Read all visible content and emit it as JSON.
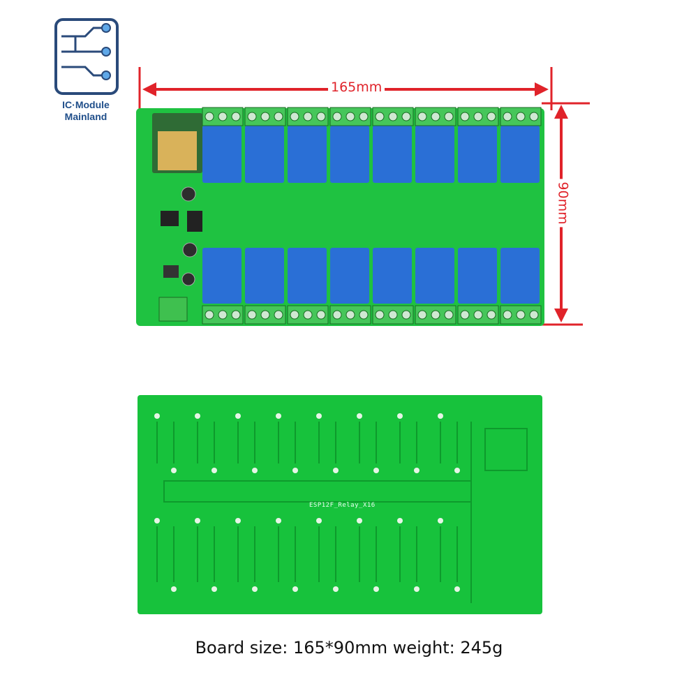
{
  "logo": {
    "line1": "IC·Module",
    "line2": "Mainland",
    "icon": "circuit-board-icon"
  },
  "dimensions": {
    "width_label": "165mm",
    "height_label": "90mm"
  },
  "board_back": {
    "silkscreen": "ESP12F_Relay_X16"
  },
  "caption": "Board size: 165*90mm weight: 245g",
  "colors": {
    "board_green": "#17c23c",
    "relay_blue": "#2a6fd6",
    "terminal_green": "#46c65a",
    "dimension_red": "#e0232a",
    "logo_blue": "#1f4e8a"
  },
  "relay_count": 16
}
